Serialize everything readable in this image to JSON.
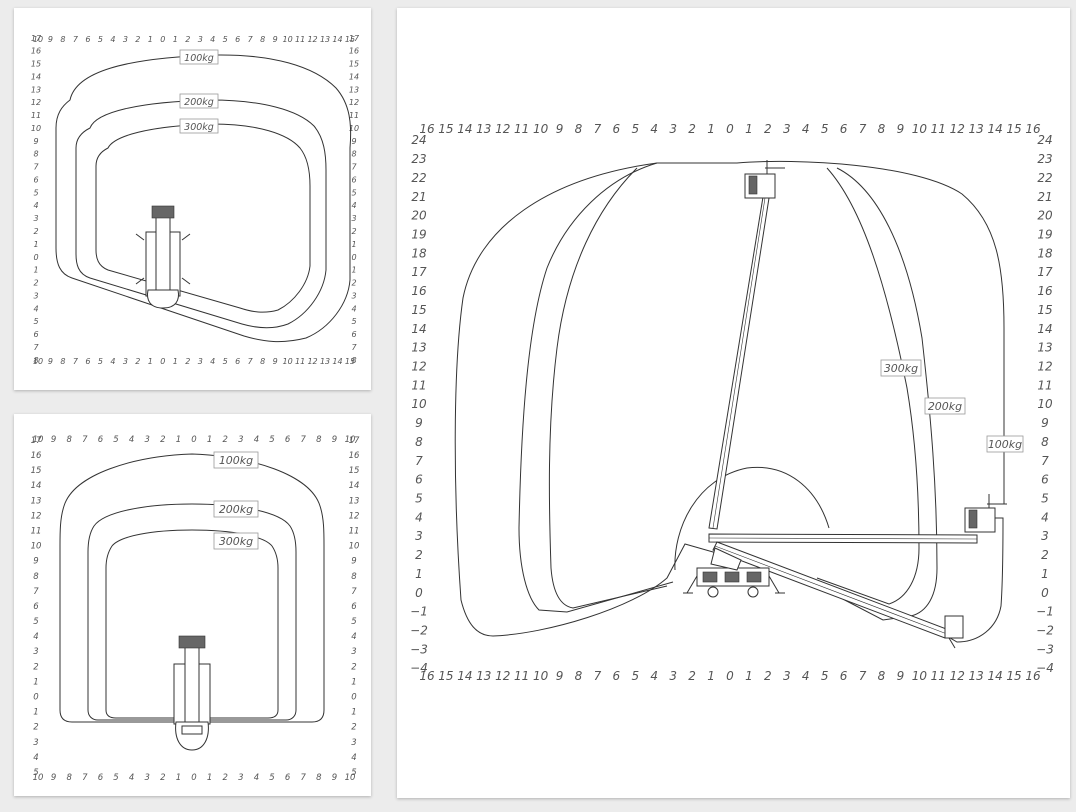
{
  "diagrams": [
    {
      "id": "top-left",
      "x_ticks": [
        "10",
        "9",
        "8",
        "7",
        "6",
        "5",
        "4",
        "3",
        "2",
        "1",
        "0",
        "1",
        "2",
        "3",
        "4",
        "5",
        "6",
        "7",
        "8",
        "9",
        "10",
        "11",
        "12",
        "13",
        "14",
        "15"
      ],
      "y_ticks": [
        "17",
        "16",
        "15",
        "14",
        "13",
        "12",
        "11",
        "10",
        "9",
        "8",
        "7",
        "6",
        "5",
        "4",
        "3",
        "2",
        "1",
        "0",
        "1",
        "2",
        "3",
        "4",
        "5",
        "6",
        "7",
        "8"
      ],
      "load_labels": [
        "100kg",
        "200kg",
        "300kg"
      ]
    },
    {
      "id": "bottom-left",
      "x_ticks": [
        "10",
        "9",
        "8",
        "7",
        "6",
        "5",
        "4",
        "3",
        "2",
        "1",
        "0",
        "1",
        "2",
        "3",
        "4",
        "5",
        "6",
        "7",
        "8",
        "9",
        "10"
      ],
      "y_ticks": [
        "17",
        "16",
        "15",
        "14",
        "13",
        "12",
        "11",
        "10",
        "9",
        "8",
        "7",
        "6",
        "5",
        "4",
        "3",
        "2",
        "1",
        "0",
        "1",
        "2",
        "3",
        "4",
        "5"
      ],
      "load_labels": [
        "100kg",
        "200kg",
        "300kg"
      ]
    },
    {
      "id": "right",
      "x_ticks": [
        "16",
        "15",
        "14",
        "13",
        "12",
        "11",
        "10",
        "9",
        "8",
        "7",
        "6",
        "5",
        "4",
        "3",
        "2",
        "1",
        "0",
        "1",
        "2",
        "3",
        "4",
        "5",
        "6",
        "7",
        "8",
        "9",
        "10",
        "11",
        "12",
        "13",
        "14",
        "15",
        "16"
      ],
      "y_ticks": [
        "24",
        "23",
        "22",
        "21",
        "20",
        "19",
        "18",
        "17",
        "16",
        "15",
        "14",
        "13",
        "12",
        "11",
        "10",
        "9",
        "8",
        "7",
        "6",
        "5",
        "4",
        "3",
        "2",
        "1",
        "0",
        "−1",
        "−2",
        "−3",
        "−4"
      ],
      "load_labels": [
        "300kg",
        "200kg",
        "100kg"
      ]
    }
  ]
}
